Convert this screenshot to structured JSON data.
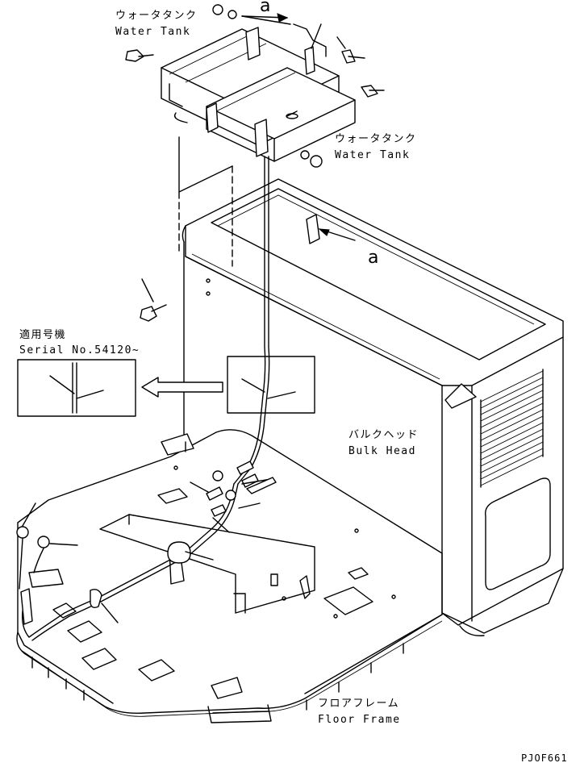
{
  "labels": {
    "water_tank_top_jp": "ウォータタンク",
    "water_tank_top_en": "Water Tank",
    "water_tank_right_jp": "ウォータタンク",
    "water_tank_right_en": "Water Tank",
    "serial_jp": "適用号機",
    "serial_en": "Serial No.54120~",
    "bulk_head_jp": "バルクヘッド",
    "bulk_head_en": "Bulk Head",
    "floor_frame_jp": "フロアフレーム",
    "floor_frame_en": "Floor Frame",
    "view_a_top": "a",
    "view_a_mid": "a",
    "drawing_code": "PJOF661"
  }
}
